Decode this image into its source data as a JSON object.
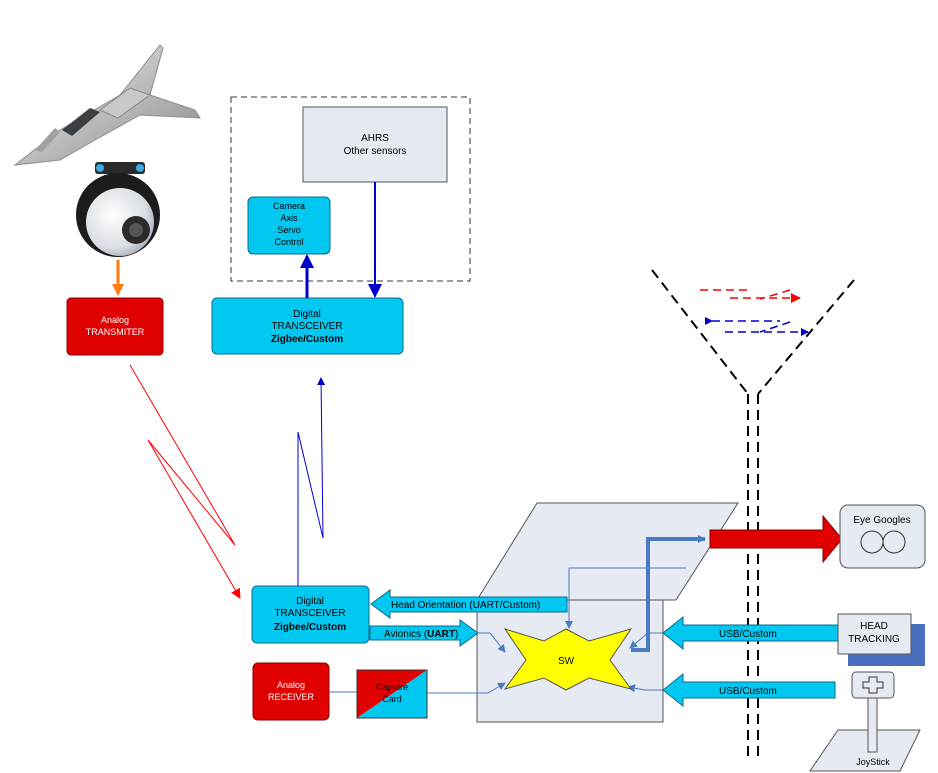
{
  "ahrs": {
    "line1": "AHRS",
    "line2": "Other sensors"
  },
  "camera": {
    "line1": "Camera",
    "line2": "Axis",
    "line3": "Servo",
    "line4": "Control"
  },
  "transceiver_top": {
    "line1": "Digital",
    "line2": "TRANSCEIVER",
    "line3": "Zigbee/Custom"
  },
  "analog_transmitter": {
    "line1": "Analog",
    "line2": "TRANSMITER"
  },
  "transceiver_bottom": {
    "line1": "Digital",
    "line2": "TRANSCEIVER",
    "line3": "Zigbee/Custom"
  },
  "analog_receiver": {
    "line1": "Analog",
    "line2": "RECEIVER"
  },
  "capture_card": {
    "line1": "Capture",
    "line2": "Card"
  },
  "switch": {
    "label": "SW"
  },
  "links": {
    "head_orientation": "Head Orientation (UART/Custom)",
    "avionics_prefix": "Avionics (",
    "avionics_bold": "UART",
    "avionics_suffix": ")",
    "usb_head": "USB/Custom",
    "usb_joystick": "USB/Custom"
  },
  "eye_goggles": {
    "label": "Eye Googles"
  },
  "head_tracking": {
    "line1": "HEAD",
    "line2": "TRACKING"
  },
  "joystick": {
    "label": "JoyStick"
  },
  "colors": {
    "cyan_box": "#00c8f0",
    "red_box": "#e00000",
    "gray_box": "#e6eaf2",
    "yellow_switch": "#ffff00",
    "blue_link": "#0000cc",
    "red_link": "#ff0000",
    "steel_link": "#4a7abf"
  }
}
